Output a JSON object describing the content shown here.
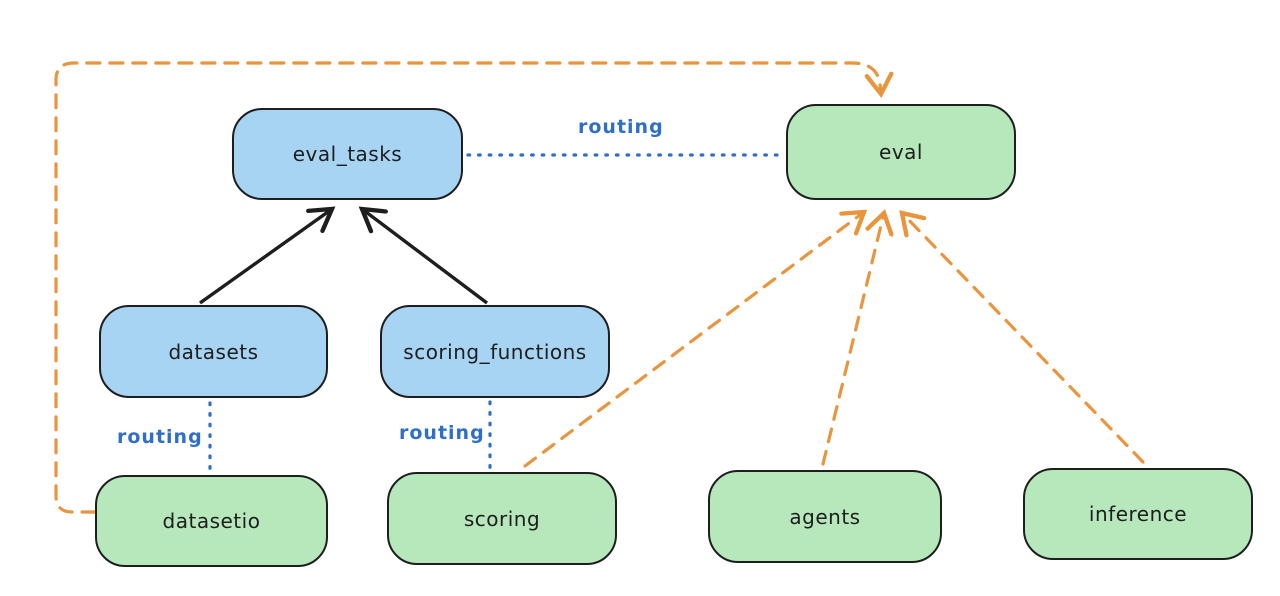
{
  "diagram": {
    "nodes": [
      {
        "id": "eval_tasks",
        "label": "eval_tasks",
        "fill": "#a8d4f4"
      },
      {
        "id": "eval",
        "label": "eval",
        "fill": "#b6e8bc"
      },
      {
        "id": "datasets",
        "label": "datasets",
        "fill": "#a8d4f4"
      },
      {
        "id": "scoring_functions",
        "label": "scoring_functions",
        "fill": "#a8d4f4"
      },
      {
        "id": "datasetio",
        "label": "datasetio",
        "fill": "#b6e8bc"
      },
      {
        "id": "scoring",
        "label": "scoring",
        "fill": "#b6e8bc"
      },
      {
        "id": "agents",
        "label": "agents",
        "fill": "#b6e8bc"
      },
      {
        "id": "inference",
        "label": "inference",
        "fill": "#b6e8bc"
      }
    ],
    "edges": [
      {
        "from": "datasets",
        "to": "eval_tasks",
        "style": "solid",
        "color": "#1e1e1e",
        "arrow": true,
        "label": ""
      },
      {
        "from": "scoring_functions",
        "to": "eval_tasks",
        "style": "solid",
        "color": "#1e1e1e",
        "arrow": true,
        "label": ""
      },
      {
        "from": "eval_tasks",
        "to": "eval",
        "style": "dotted",
        "color": "#2f6fc8",
        "arrow": false,
        "label": "routing"
      },
      {
        "from": "datasets",
        "to": "datasetio",
        "style": "dotted",
        "color": "#2f6fc8",
        "arrow": false,
        "label": "routing"
      },
      {
        "from": "scoring_functions",
        "to": "scoring",
        "style": "dotted",
        "color": "#2f6fc8",
        "arrow": false,
        "label": "routing"
      },
      {
        "from": "scoring",
        "to": "eval",
        "style": "dashed",
        "color": "#e8953d",
        "arrow": true,
        "label": ""
      },
      {
        "from": "agents",
        "to": "eval",
        "style": "dashed",
        "color": "#e8953d",
        "arrow": true,
        "label": ""
      },
      {
        "from": "inference",
        "to": "eval",
        "style": "dashed",
        "color": "#e8953d",
        "arrow": true,
        "label": ""
      },
      {
        "from": "datasetio",
        "to": "eval",
        "style": "dashed",
        "color": "#e8953d",
        "arrow": true,
        "label": "",
        "route": "around-left-top"
      }
    ],
    "colors": {
      "background": "#ffffff",
      "node_stroke": "#1e1e1e",
      "blue_fill": "#a8d4f4",
      "green_fill": "#b6e8bc",
      "routing_blue": "#2f6fc8",
      "orange_dashed": "#e8953d"
    }
  }
}
